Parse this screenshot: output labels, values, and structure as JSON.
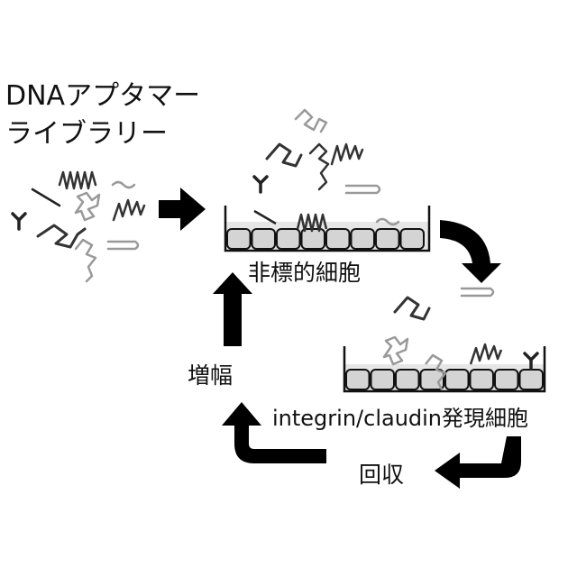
{
  "library": {
    "title_line1": "DNAアプタマー",
    "title_line2": "ライブラリー"
  },
  "steps": {
    "nontarget_cells": "非標的細胞",
    "target_cells": "integrin/claudin発現細胞",
    "recover": "回収",
    "amplify": "増幅"
  },
  "colors": {
    "arrow": "#000000",
    "strand_dark": "#333333",
    "strand_light": "#9a9a9a",
    "cell_fill": "#d4d4d4",
    "dish_fill": "#e6e6e6"
  }
}
